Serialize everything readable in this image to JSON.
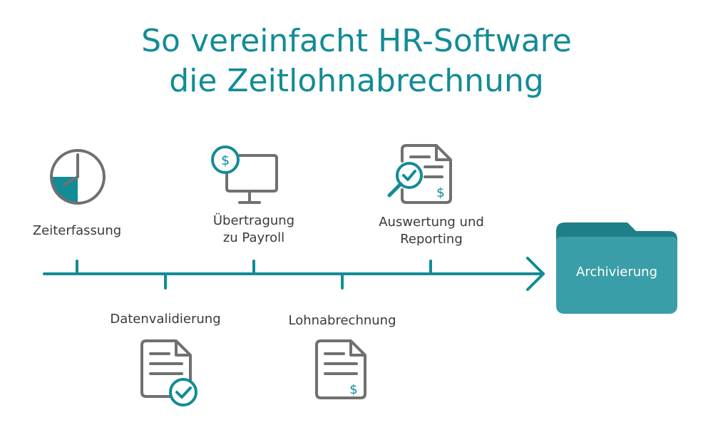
{
  "title": {
    "line1": "So vereinfacht HR-Software",
    "line2": "die Zeitlohnabrechnung"
  },
  "steps": [
    {
      "label_line1": "Zeiterfassung",
      "label_line2": "",
      "icon": "clock-icon"
    },
    {
      "label_line1": "Datenvalidierung",
      "label_line2": "",
      "icon": "document-check-icon"
    },
    {
      "label_line1": "Übertragung",
      "label_line2": "zu Payroll",
      "icon": "monitor-dollar-icon"
    },
    {
      "label_line1": "Lohnabrechnung",
      "label_line2": "",
      "icon": "document-dollar-icon"
    },
    {
      "label_line1": "Auswertung und",
      "label_line2": "Reporting",
      "icon": "document-magnifier-icon"
    }
  ],
  "final_step": {
    "label": "Archivierung",
    "icon": "folder-icon"
  },
  "colors": {
    "accent": "#128c96",
    "folder": "#3a9ea8",
    "folder_tab": "#1f7f88",
    "icon_gray": "#707070",
    "text": "#3a3a3a"
  }
}
